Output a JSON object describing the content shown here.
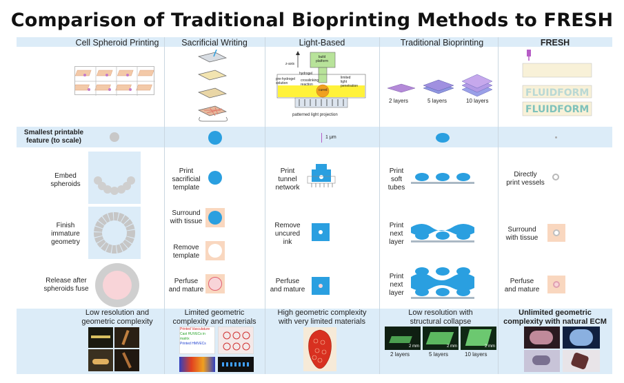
{
  "title": "Comparison of Traditional Bioprinting Methods to FRESH",
  "columns": [
    "Cell Spheroid Printing",
    "Sacrificial Writing",
    "Light-Based",
    "Traditional Bioprinting",
    "FRESH"
  ],
  "feature_row_label": [
    "Smallest printable",
    "feature (to scale)"
  ],
  "scale_bar": "1 μm",
  "spheroid_steps": [
    [
      "Embed",
      "spheroids"
    ],
    [
      "Finish",
      "immature",
      "geometry"
    ],
    [
      "Release after",
      "spheroids fuse"
    ]
  ],
  "sacrificial_steps": [
    [
      "Print",
      "sacrificial",
      "template"
    ],
    [
      "Surround",
      "with tissue"
    ],
    [
      "Remove",
      "template"
    ],
    [
      "Perfuse",
      "and mature"
    ]
  ],
  "light_steps": [
    [
      "Print",
      "tunnel",
      "network"
    ],
    [
      "Remove",
      "uncured",
      "ink"
    ],
    [
      "Perfuse",
      "and mature"
    ]
  ],
  "trad_steps": [
    [
      "Print",
      "soft",
      "tubes"
    ],
    [
      "Print",
      "next",
      "layer"
    ],
    [
      "Print",
      "next",
      "layer"
    ]
  ],
  "fresh_steps": [
    [
      "Directly",
      "print vessels"
    ],
    [
      "Surround",
      "with tissue"
    ],
    [
      "Perfuse",
      "and mature"
    ]
  ],
  "light_diagram": {
    "z_axis": "z-axis",
    "build": [
      "build",
      "platform"
    ],
    "hydrogel": "hydrogel",
    "prehydrogel": [
      "pre-hydrogel",
      "solution"
    ],
    "crosslinking": [
      "crosslinking",
      "reaction"
    ],
    "penetration": [
      "limited",
      "light",
      "penetration"
    ],
    "cured": "cured",
    "projection": "patterned light projection"
  },
  "trad_layers": [
    "2 layers",
    "5 layers",
    "10 layers"
  ],
  "fresh_logo": "FLUIDFORM",
  "bottom_texts": [
    [
      "Low resolution and",
      "geometric complexity"
    ],
    [
      "Limited geometric",
      "complexity and materials"
    ],
    [
      "High geometric complexity",
      "with very limited materials"
    ],
    [
      "Low resolution with",
      "structural collapse"
    ],
    [
      "Unlimited geometric",
      "complexity with natural ECM"
    ]
  ],
  "bottom_layers": [
    "2 layers",
    "5 layers",
    "10 layers"
  ],
  "bottom_scale": [
    "2 mm",
    "2 mm",
    "2 mm"
  ],
  "sacrificial_legend": [
    "Printed Vasculature",
    "Cast HUVECs in matrix",
    "Printed HMVECs"
  ],
  "colors": {
    "band": "#dcecf8",
    "blue": "#2a9fe0",
    "tissue": "#f9d7bf",
    "spheroid": "#cccccc",
    "fuse_center": "#f8d4d8",
    "purple": "#b65cc6"
  }
}
